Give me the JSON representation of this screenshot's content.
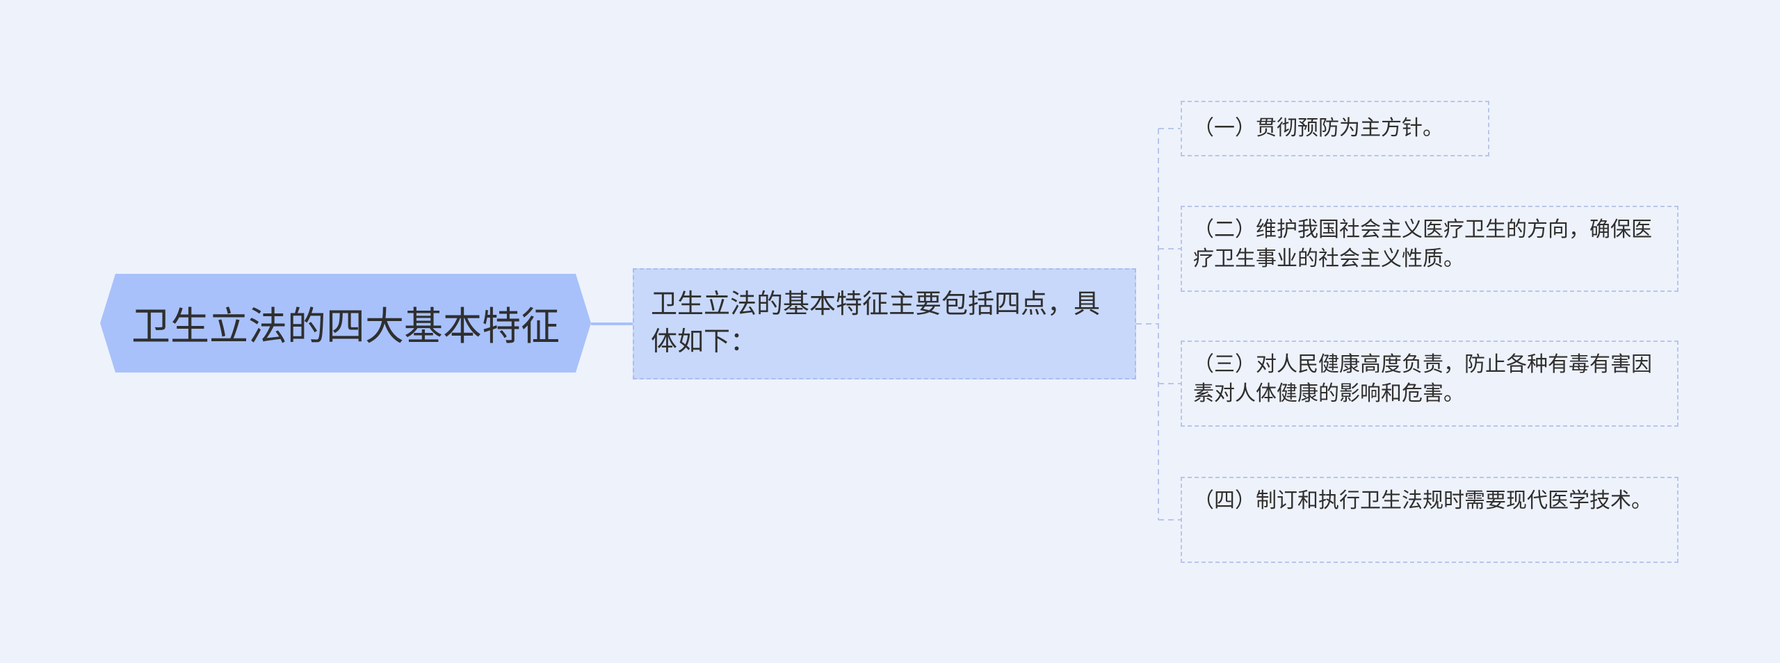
{
  "diagram": {
    "root": {
      "label": "卫生立法的四大基本特征"
    },
    "summary": {
      "label": "卫生立法的基本特征主要包括四点，具体如下："
    },
    "points": [
      {
        "label": "（一）贯彻预防为主方针。"
      },
      {
        "label": "（二）维护我国社会主义医疗卫生的方向，确保医疗卫生事业的社会主义性质。"
      },
      {
        "label": "（三）对人民健康高度负责，防止各种有毒有害因素对人体健康的影响和危害。"
      },
      {
        "label": "（四）制订和执行卫生法规时需要现代医学技术。"
      }
    ]
  },
  "colors": {
    "background": "#eef2fb",
    "root_fill": "#a8c1fb",
    "summary_fill": "#c8d8fa",
    "summary_border": "#a9bdf0",
    "leaf_border": "#b7c6ea",
    "connector": "#a8c1fb",
    "text": "#2f2f2f"
  }
}
